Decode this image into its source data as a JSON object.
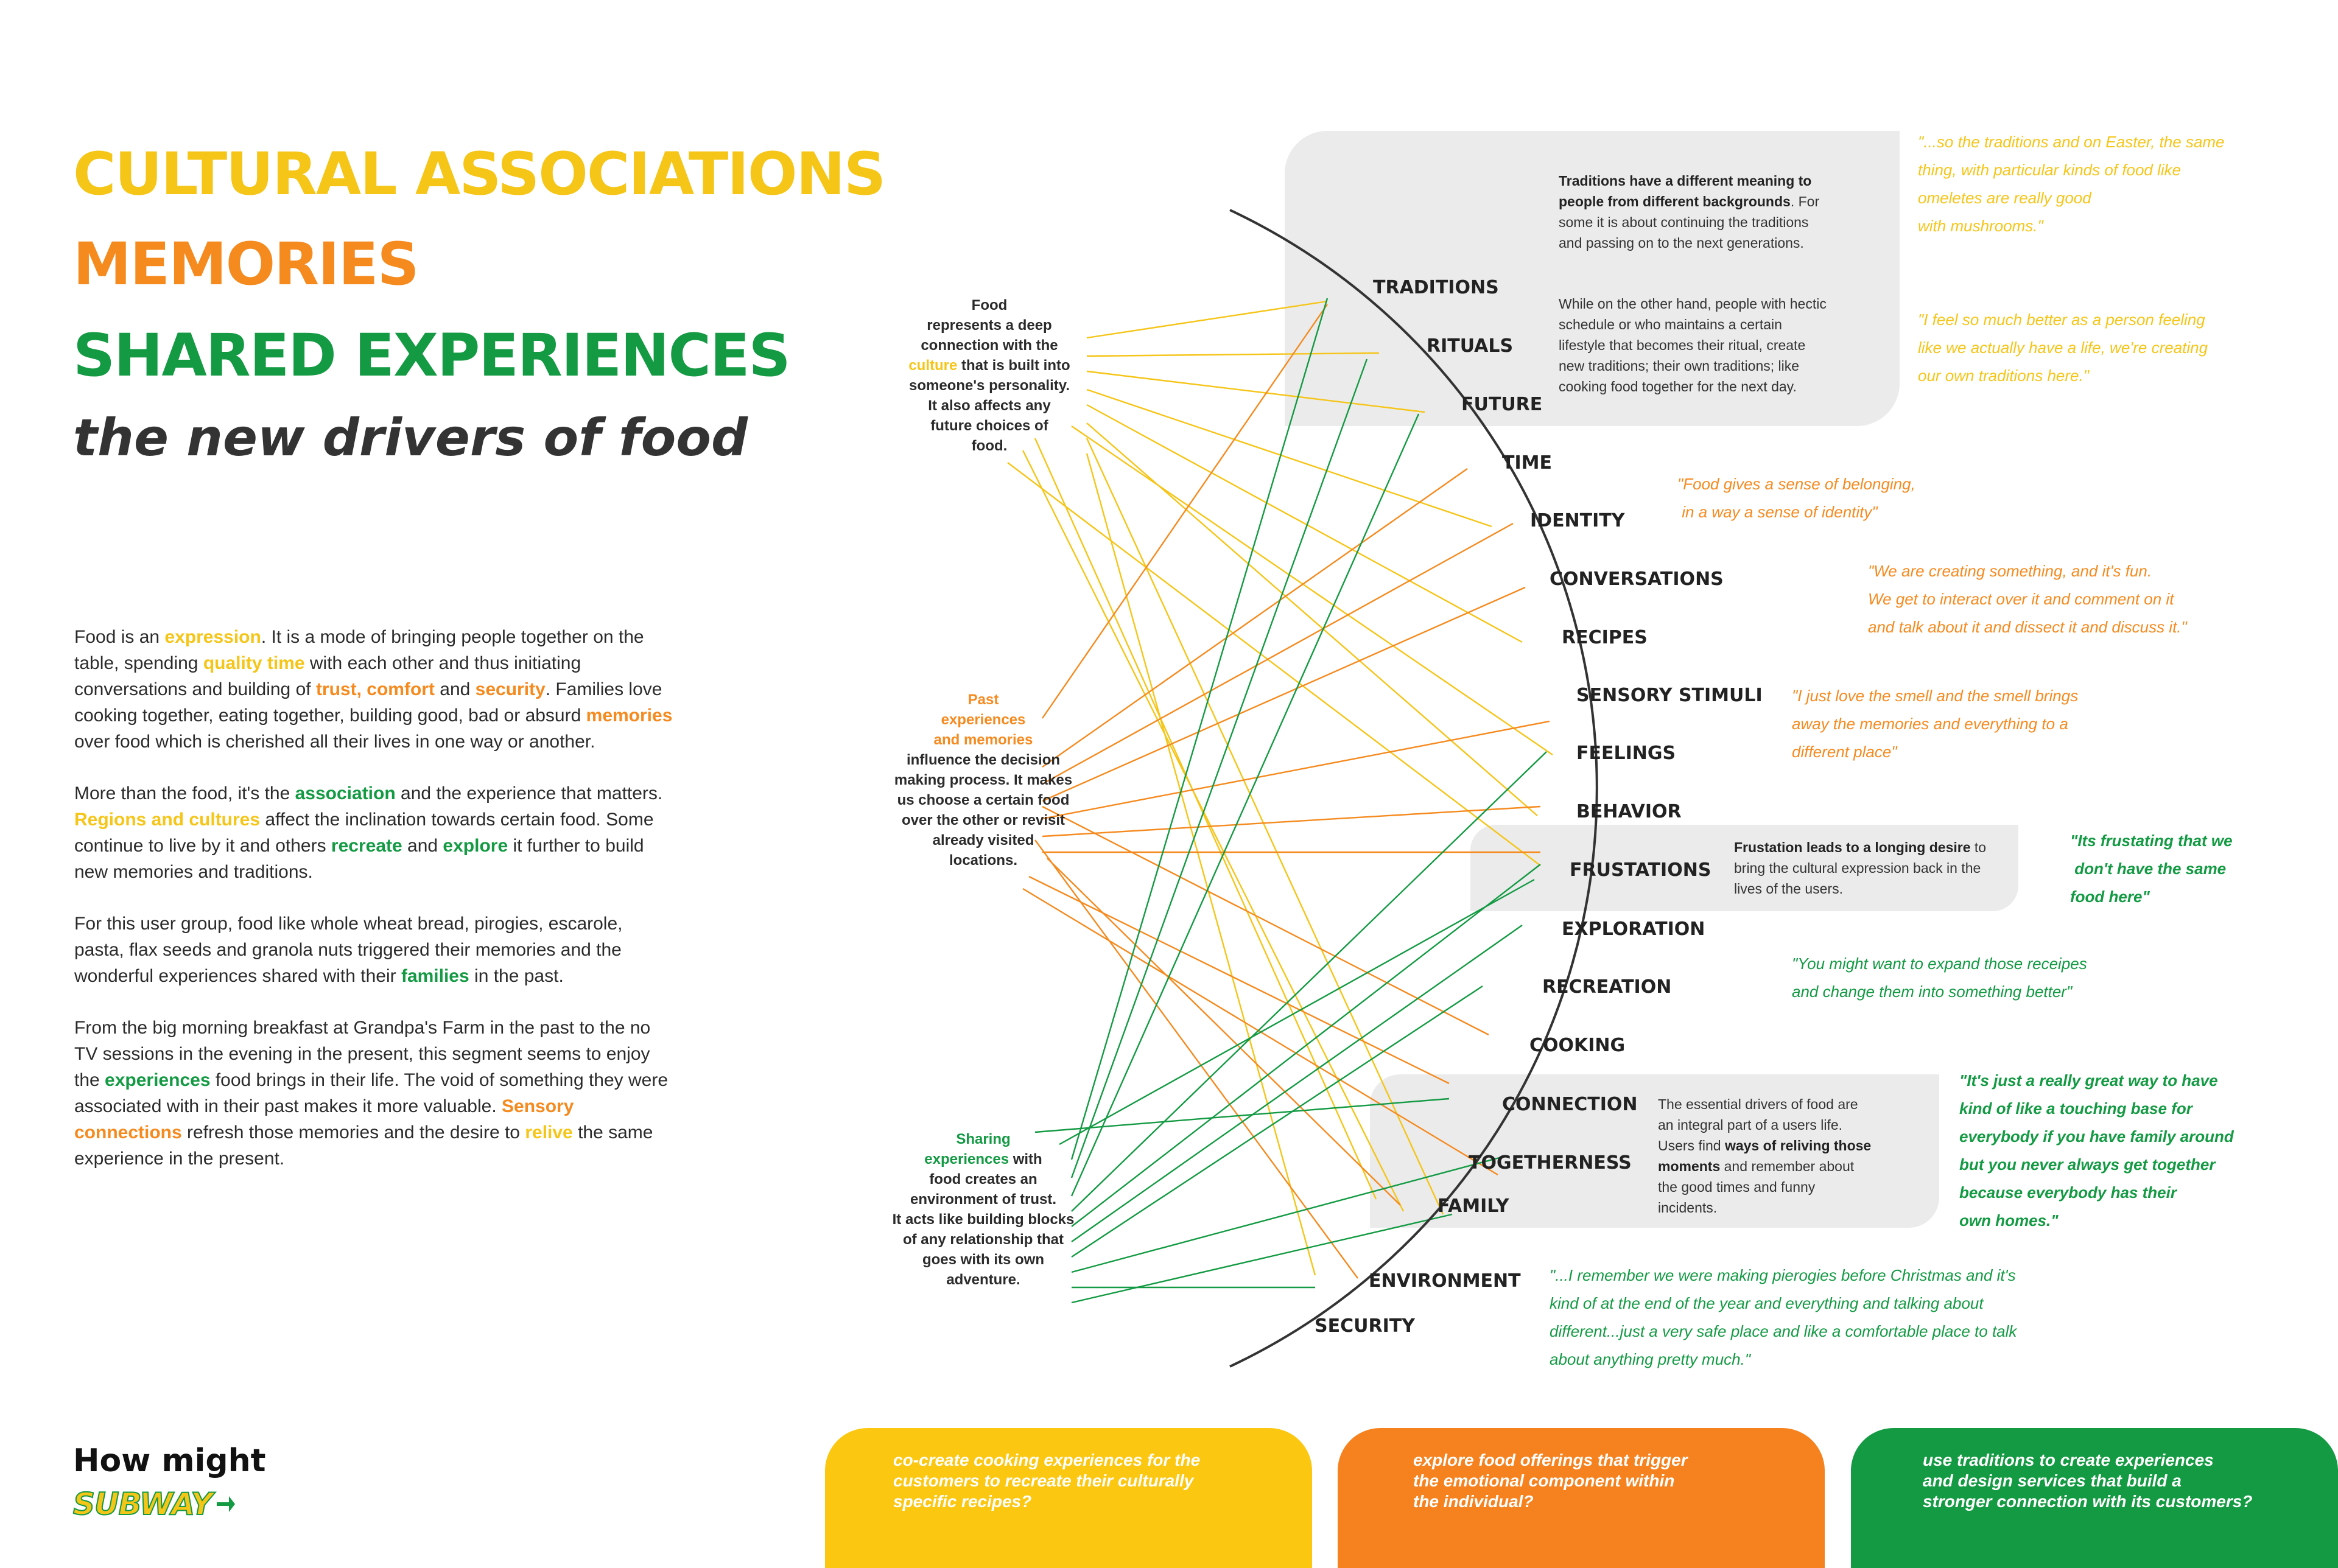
{
  "headings": {
    "cultural": "CULTURAL ASSOCIATIONS",
    "memories": "MEMORIES",
    "shared": "SHARED EXPERIENCES",
    "subtitle": "the new drivers of food"
  },
  "body": {
    "p1": [
      {
        "t": "Food is an ",
        "s": ""
      },
      {
        "t": "expression",
        "s": "y"
      },
      {
        "t": ". It is a mode of bringing people together on the table, spending ",
        "s": ""
      },
      {
        "t": "quality time",
        "s": "y"
      },
      {
        "t": " with each other and thus initiating conversations and building of ",
        "s": ""
      },
      {
        "t": "trust, comfort",
        "s": "o"
      },
      {
        "t": " and ",
        "s": ""
      },
      {
        "t": "security",
        "s": "o"
      },
      {
        "t": ". Families love cooking together, eating together, building good, bad or absurd ",
        "s": ""
      },
      {
        "t": "memories",
        "s": "o"
      },
      {
        "t": " over food which is cherished all their lives in one way or another.",
        "s": ""
      }
    ],
    "p2": [
      {
        "t": "More than the food, it's the ",
        "s": ""
      },
      {
        "t": "association",
        "s": "g"
      },
      {
        "t": " and the experience that matters. ",
        "s": ""
      },
      {
        "t": "Regions and cultures",
        "s": "y"
      },
      {
        "t": " affect the inclination towards certain food. Some continue to live by it and others ",
        "s": ""
      },
      {
        "t": "recreate",
        "s": "g"
      },
      {
        "t": " and ",
        "s": ""
      },
      {
        "t": "explore",
        "s": "g"
      },
      {
        "t": " it further to build new memories and traditions.",
        "s": ""
      }
    ],
    "p3": [
      {
        "t": "For this user group, food like whole wheat bread, pirogies, escarole, pasta, flax seeds and granola nuts triggered their memories and the wonderful experiences shared with their ",
        "s": ""
      },
      {
        "t": "families",
        "s": "g"
      },
      {
        "t": " in the past.",
        "s": ""
      }
    ],
    "p4": [
      {
        "t": "From the big morning breakfast at Grandpa's Farm in the past to the no TV sessions in the evening in the present, this segment seems to enjoy the ",
        "s": ""
      },
      {
        "t": "experiences",
        "s": "g"
      },
      {
        "t": " food brings in their life. The void of something they were associated with in their past makes it more valuable. ",
        "s": ""
      },
      {
        "t": "Sensory connections",
        "s": "o"
      },
      {
        "t": " refresh those memories and the desire to ",
        "s": ""
      },
      {
        "t": "relive",
        "s": "y"
      },
      {
        "t": " the same experience in the present.",
        "s": ""
      }
    ]
  },
  "groups": {
    "culture": [
      {
        "t": "Food\nrepresents a deep\nconnection with the\n",
        "s": ""
      },
      {
        "t": "culture",
        "s": "y"
      },
      {
        "t": " that is built into\nsomeone's personality.\nIt also affects any\nfuture choices of\nfood.",
        "s": ""
      }
    ],
    "memories": [
      {
        "t": "Past\nexperiences\nand memories",
        "s": "o"
      },
      {
        "t": "\ninfluence the decision\nmaking process. It makes\nus choose a certain food\nover the other or revisit\nalready visited\nlocations.",
        "s": ""
      }
    ],
    "sharing": [
      {
        "t": "Sharing\nexperiences",
        "s": "g"
      },
      {
        "t": " with\nfood creates an\nenvironment of trust.\nIt acts like building blocks\nof any relationship that\ngoes with its own\nadventure.",
        "s": ""
      }
    ]
  },
  "nodes": [
    "TRADITIONS",
    "RITUALS",
    "FUTURE",
    "TIME",
    "IDENTITY",
    "CONVERSATIONS",
    "RECIPES",
    "SENSORY STIMULI",
    "FEELINGS",
    "BEHAVIOR",
    "FRUSTATIONS",
    "EXPLORATION",
    "RECREATION",
    "COOKING",
    "CONNECTION",
    "TOGETHERNESS",
    "FAMILY",
    "ENVIRONMENT",
    "SECURITY"
  ],
  "boxes": {
    "traditions_1": [
      {
        "t": "Traditions have a different meaning to\npeople from different backgrounds",
        "s": "b"
      },
      {
        "t": ". For\nsome it is about continuing the traditions\nand passing on to the next generations.",
        "s": ""
      }
    ],
    "traditions_2": [
      {
        "t": "While on the other hand, people with hectic\nschedule or who maintains a certain\nlifestyle that becomes their ritual, create\nnew traditions; their own traditions; like\ncooking food together for the next day.",
        "s": ""
      }
    ],
    "frustation": [
      {
        "t": "Frustation leads to a longing desire",
        "s": "b"
      },
      {
        "t": " to\nbring the cultural expression back in the\nlives of the users.",
        "s": ""
      }
    ],
    "connection": [
      {
        "t": "The essential drivers of food are\nan integral part of a users life.\nUsers find ",
        "s": ""
      },
      {
        "t": "ways of reliving those\nmoments",
        "s": "b"
      },
      {
        "t": " and remember about\nthe good times and funny\nincidents.",
        "s": ""
      }
    ]
  },
  "quotes": {
    "q1": "\"...so the traditions and on Easter, the same\nthing, with particular kinds of food like\nomeletes are really good\nwith mushrooms.\"",
    "q2": "\"I feel so much better as a person feeling\nlike we actually have a life, we're creating\nour own traditions here.\"",
    "q3": "\"Food gives a sense of belonging,\n in a way a sense of identity\"",
    "q4": "\"We are creating something, and it's fun.\nWe get to interact over it and comment on it\nand talk about it and dissect it and discuss it.\"",
    "q5": "\"I just love the smell and the smell brings\naway the memories and everything to a\ndifferent place\"",
    "q6": "\"Its frustating that we\n don't have the same\nfood here\"",
    "q7": "\"You might want to expand those receipes\nand change them into something better\"",
    "q8": "\"It's just a really great way to have\nkind of like a touching base for\neverybody if you have family around\nbut you never always get together\nbecause everybody has their\nown homes.\"",
    "q9": "\"...I remember we were making pierogies before Christmas and it's\nkind of at the end of the year and everything and talking about\ndifferent...just a very safe place and like a comfortable place to talk\nabout anything pretty much.\""
  },
  "footer": {
    "how_might": "How might",
    "logo": "SUBWAY",
    "cards": [
      "co-create cooking experiences for the\ncustomers to recreate their culturally\nspecific recipes?",
      "explore food offerings that trigger\nthe emotional component within\nthe individual?",
      "use traditions to create experiences\nand design services that build a\nstronger connection with its customers?"
    ]
  },
  "colors": {
    "yellow": "#f5c518",
    "orange": "#f58a1f",
    "green": "#139a43",
    "gray_box": "#ebebeb"
  }
}
